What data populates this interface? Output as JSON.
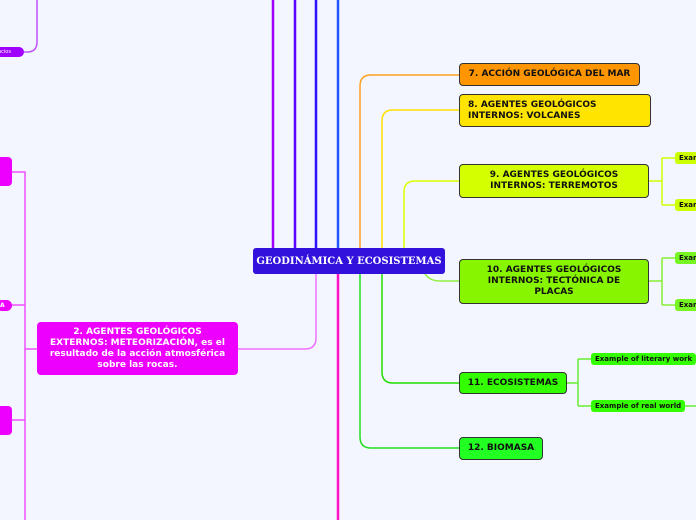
{
  "center": {
    "label": "GEODINÁMICA Y ECOSISTEMAS"
  },
  "nodes": {
    "n7": "7. ACCIÓN GEOLÓGICA DEL MAR",
    "n8": "8. AGENTES GEOLÓGICOS\nINTERNOS: VOLCANES",
    "n9": "9. AGENTES GEOLÓGICOS\nINTERNOS: TERREMOTOS",
    "n10": "10. AGENTES GEOLÓGICOS\nINTERNOS: TECTÓNICA DE\nPLACAS",
    "n11": "11. ECOSISTEMAS",
    "n12": "12. BIOMASA",
    "n2": "2. AGENTES GEOLÓGICOS\nEXTERNOS: METEORIZACIÓN, es el\nresultado de la acción atmosférica\nsobre las rocas."
  },
  "examples": {
    "e1": "Exam",
    "e2": "Exam",
    "e3": "Exam",
    "e4": "Exam",
    "literary": "Example of literary work",
    "real": "Example of real world"
  },
  "left": {
    "top_pill": "ucios",
    "mid_pill": "A"
  }
}
